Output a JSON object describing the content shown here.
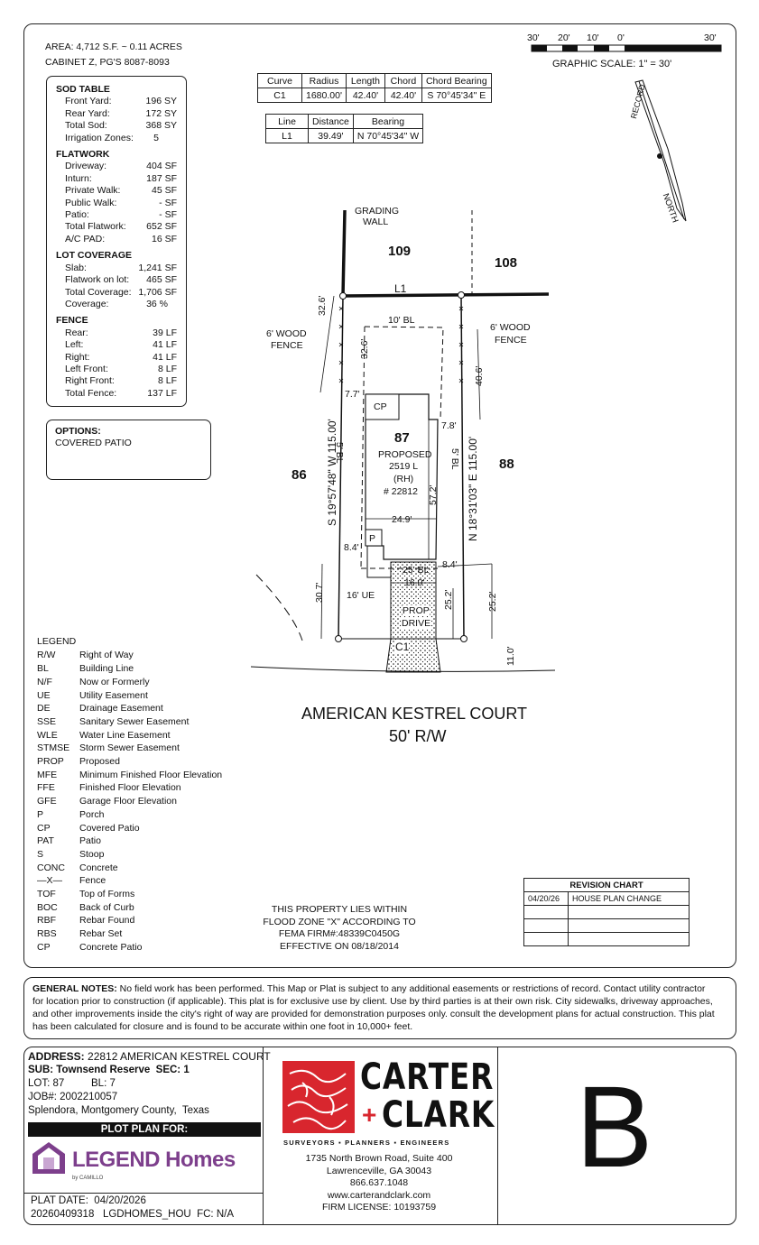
{
  "header": {
    "area": "AREA: 4,712 S.F. ~ 0.11 ACRES",
    "cabinet": "CABINET Z, PG'S 8087-8093"
  },
  "scale": {
    "ticks": [
      "30'",
      "20'",
      "10'",
      "0'",
      "30'"
    ],
    "label": "GRAPHIC SCALE: 1\" = 30'"
  },
  "curve_table": {
    "headers": [
      "Curve",
      "Radius",
      "Length",
      "Chord",
      "Chord Bearing"
    ],
    "rows": [
      [
        "C1",
        "1680.00'",
        "42.40'",
        "42.40'",
        "S 70°45'34\" E"
      ]
    ]
  },
  "line_table": {
    "headers": [
      "Line",
      "Distance",
      "Bearing"
    ],
    "rows": [
      [
        "L1",
        "39.49'",
        "N 70°45'34\" W"
      ]
    ]
  },
  "north_arrow": {
    "record": "RECORD",
    "north": "NORTH"
  },
  "sod_table": {
    "sections": [
      {
        "title": "SOD TABLE",
        "rows": [
          [
            "Front Yard:",
            "196 SY"
          ],
          [
            "Rear Yard:",
            "172 SY"
          ],
          [
            "Total Sod:",
            "368 SY"
          ],
          [
            "Irrigation Zones:",
            "5"
          ]
        ]
      },
      {
        "title": "FLATWORK",
        "rows": [
          [
            "Driveway:",
            "404 SF"
          ],
          [
            "Inturn:",
            "187 SF"
          ],
          [
            "Private Walk:",
            "45 SF"
          ],
          [
            "Public Walk:",
            "- SF"
          ],
          [
            "Patio:",
            "- SF"
          ],
          [
            "Total Flatwork:",
            "652 SF"
          ],
          [
            "A/C PAD:",
            "16 SF"
          ]
        ]
      },
      {
        "title": "LOT COVERAGE",
        "rows": [
          [
            "Slab:",
            "1,241 SF"
          ],
          [
            "Flatwork on lot:",
            "465 SF"
          ],
          [
            "Total Coverage:",
            "1,706 SF"
          ],
          [
            "Coverage:",
            "36 %"
          ]
        ]
      },
      {
        "title": "FENCE",
        "rows": [
          [
            "Rear:",
            "39 LF"
          ],
          [
            "Left:",
            "41 LF"
          ],
          [
            "Right:",
            "41 LF"
          ],
          [
            "Left Front:",
            "8 LF"
          ],
          [
            "Right Front:",
            "8 LF"
          ],
          [
            "Total Fence:",
            "137 LF"
          ]
        ]
      }
    ]
  },
  "options": {
    "title": "OPTIONS:",
    "items": [
      "COVERED PATIO"
    ]
  },
  "plan": {
    "grading_wall": [
      "GRADING",
      "WALL"
    ],
    "lot_109": "109",
    "lot_108": "108",
    "lot_87": "87",
    "lot_86": "86",
    "lot_88": "88",
    "l1": "L1",
    "c1": "C1",
    "bl_10": "10' BL",
    "bl_5_left": "5' BL",
    "bl_5_right": "5' BL",
    "bl_25": "25' BL",
    "ue_16": "16' UE",
    "fence_left": [
      "6' WOOD",
      "FENCE"
    ],
    "fence_right": [
      "6' WOOD",
      "FENCE"
    ],
    "cp": "CP",
    "p": "P",
    "proposed": [
      "PROPOSED",
      "2519 L",
      "(RH)",
      "# 22812"
    ],
    "prop_drive": [
      "PROP",
      "DRIVE"
    ],
    "left_bearing": "S 19°57'48\" W 115.00'",
    "right_bearing": "N 18°31'03\" E 115.00'",
    "dims": {
      "d326a": "32.6'",
      "d326b": "32.6'",
      "d406": "40.6'",
      "d77": "7.7'",
      "d78": "7.8'",
      "d572": "57.2'",
      "d249": "24.9'",
      "d84a": "8.4'",
      "d84b": "8.4'",
      "d160": "16.0'",
      "d307": "30.7'",
      "d252a": "25.2'",
      "d252b": "25.2'",
      "d110": "11.0'"
    },
    "street": "AMERICAN KESTREL COURT",
    "row": "50' R/W"
  },
  "legend": {
    "title": "LEGEND",
    "items": [
      [
        "R/W",
        "Right of Way"
      ],
      [
        "BL",
        "Building Line"
      ],
      [
        "N/F",
        "Now or Formerly"
      ],
      [
        "UE",
        "Utility Easement"
      ],
      [
        "DE",
        "Drainage Easement"
      ],
      [
        "SSE",
        "Sanitary Sewer Easement"
      ],
      [
        "WLE",
        "Water Line Easement"
      ],
      [
        "STMSE",
        "Storm Sewer Easement"
      ],
      [
        "PROP",
        "Proposed"
      ],
      [
        "MFE",
        "Minimum Finished Floor Elevation"
      ],
      [
        "FFE",
        "Finished Floor Elevation"
      ],
      [
        "GFE",
        "Garage Floor Elevation"
      ],
      [
        "P",
        "Porch"
      ],
      [
        "CP",
        "Covered Patio"
      ],
      [
        "PAT",
        "Patio"
      ],
      [
        "S",
        "Stoop"
      ],
      [
        "CONC",
        "Concrete"
      ],
      [
        "—X—",
        "Fence"
      ],
      [
        "TOF",
        "Top of Forms"
      ],
      [
        "BOC",
        "Back of Curb"
      ],
      [
        "RBF",
        "Rebar Found"
      ],
      [
        "RBS",
        "Rebar Set"
      ],
      [
        "CP",
        "Concrete Patio"
      ]
    ]
  },
  "flood": [
    "THIS PROPERTY LIES WITHIN",
    "FLOOD ZONE \"X\" ACCORDING TO",
    "FEMA FIRM#:48339C0450G",
    "EFFECTIVE ON 08/18/2014"
  ],
  "revision": {
    "title": "REVISION CHART",
    "rows": [
      [
        "04/20/26",
        "HOUSE PLAN CHANGE"
      ],
      [
        "",
        ""
      ],
      [
        "",
        ""
      ],
      [
        "",
        ""
      ]
    ]
  },
  "general_notes": {
    "label": "GENERAL NOTES:",
    "text": " No field work has been performed. This Map or Plat is subject to any additional easements or restrictions of record. Contact utility contractor for location prior to construction (if applicable). This plat is for exclusive use by client. Use by third parties is at their own risk. City sidewalks, driveway approaches, and other improvements inside the city's right of way are provided for demonstration purposes only. consult the development plans for actual construction. This plat has been calculated for closure and is found to be accurate within one foot in 10,000+ feet."
  },
  "info": {
    "address_label": "ADDRESS:",
    "address": "22812 AMERICAN KESTREL COURT",
    "sub": "SUB: Townsend Reserve  SEC: 1",
    "lot": "LOT: 87",
    "block": "BL: 7",
    "job": "JOB#: 2002210057",
    "location": "Splendora, Montgomery County,  Texas",
    "plot_plan_for": "PLOT PLAN FOR:",
    "brand": "LEGEND Homes",
    "brand_sub": "by CAMILLO",
    "plat_date": "PLAT DATE:  04/20/2026",
    "footer": "20260409318   LGDHOMES_HOU  FC: N/A"
  },
  "company": {
    "name1": "CARTER",
    "name2": "CLARK",
    "plus": "+",
    "tagline": "SURVEYORS ▪ PLANNERS ▪ ENGINEERS",
    "address1": "1735 North Brown Road, Suite 400",
    "address2": "Lawrenceville, GA 30043",
    "phone": "866.637.1048",
    "web": "www.carterandclark.com",
    "license": "FIRM LICENSE: 10193759",
    "brand_color": "#d8262e"
  },
  "sheet_letter": "B"
}
